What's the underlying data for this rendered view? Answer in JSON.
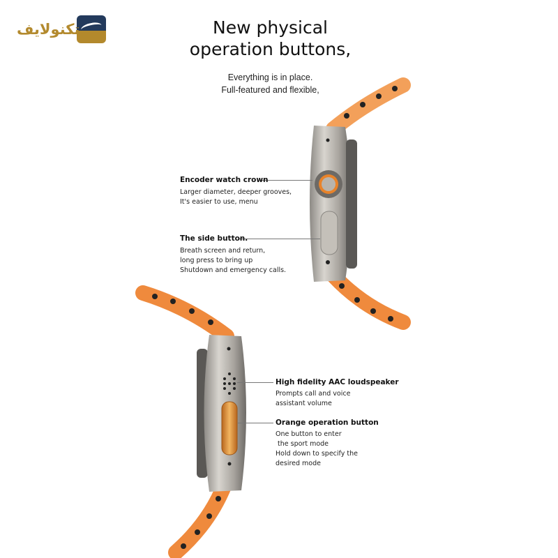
{
  "logo": {
    "text": "تکنولایف",
    "colors": {
      "navy": "#233a5c",
      "gold": "#b3892c"
    }
  },
  "header": {
    "title_line1": "New physical",
    "title_line2": "operation buttons,",
    "subtitle_line1": "Everything is in place.",
    "subtitle_line2": "Full-featured and flexible,"
  },
  "callouts": [
    {
      "title": "Encoder watch crown",
      "lines": [
        "Larger diameter, deeper grooves,",
        "It's easier to use, menu"
      ]
    },
    {
      "title": "The side button.",
      "lines": [
        "Breath screen and return,",
        "long press to bring up",
        "Shutdown and emergency calls."
      ]
    },
    {
      "title": "High fidelity AAC loudspeaker",
      "lines": [
        "Prompts call and voice",
        "assistant volume"
      ]
    },
    {
      "title": "Orange operation button",
      "lines": [
        "One button to enter",
        " the sport mode",
        "Hold down to specify the",
        "desired mode"
      ]
    }
  ],
  "colors": {
    "band": "#f08a3c",
    "case": "#b9b5ae",
    "accent": "#e8832a"
  }
}
